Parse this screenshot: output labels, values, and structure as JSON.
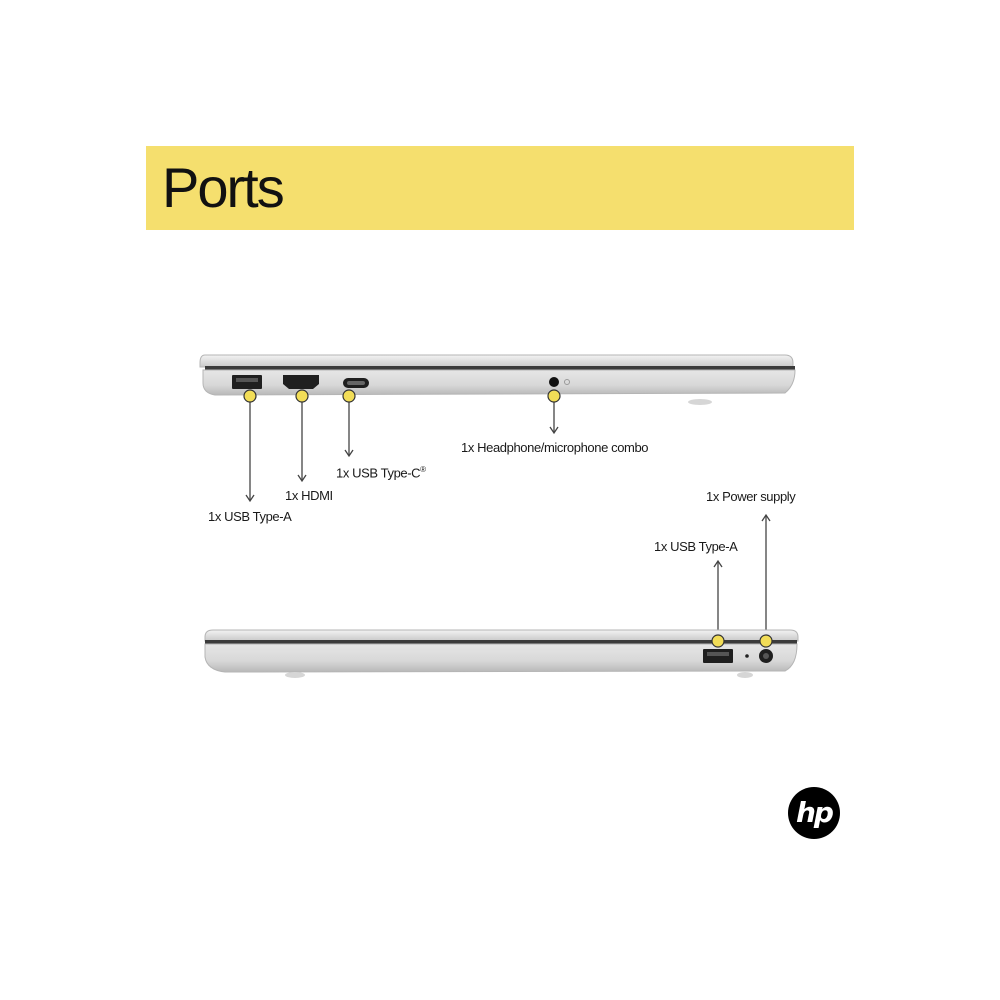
{
  "header": {
    "title": "Ports",
    "banner_color": "#f5df6e"
  },
  "left_side_view": {
    "ports": [
      {
        "label": "1x USB Type-A",
        "icon": "usb-a-port-icon"
      },
      {
        "label": "1x HDMI",
        "icon": "hdmi-port-icon"
      },
      {
        "label": "1x USB Type-C",
        "superscript": "®",
        "icon": "usb-c-port-icon"
      },
      {
        "label": "1x Headphone/microphone combo",
        "icon": "headphone-jack-icon"
      }
    ]
  },
  "right_side_view": {
    "ports": [
      {
        "label": "1x USB Type-A",
        "icon": "usb-a-port-icon"
      },
      {
        "label": "1x Power supply",
        "icon": "power-port-icon"
      }
    ]
  },
  "callout_color": "#f2dd57",
  "brand": {
    "logo_text": "hp",
    "icon": "hp-logo-icon"
  }
}
